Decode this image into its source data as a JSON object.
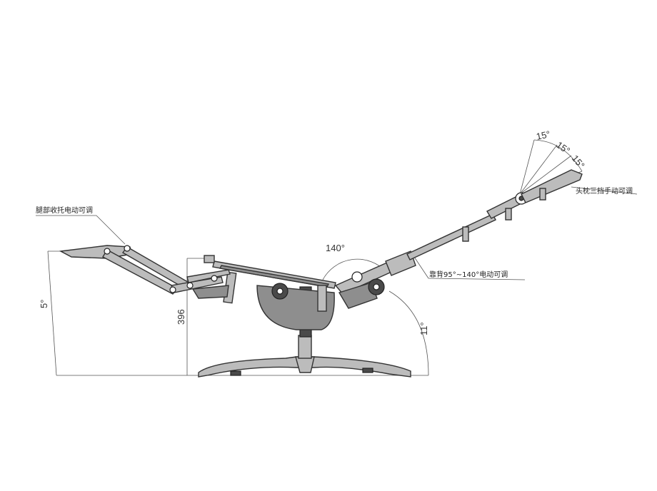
{
  "diagram": {
    "labels": {
      "leg_rest": "腿部收托电动可调",
      "headrest": "头枕三挡手动可调",
      "backrest": "靠背95°~140°电动可调"
    },
    "dimensions": {
      "angle_140": "140°",
      "angle_5": "5°",
      "height_396": "396",
      "angle_11": "11°",
      "head_15_a": "15°",
      "head_15_b": "15°",
      "head_15_c": "15°"
    }
  }
}
